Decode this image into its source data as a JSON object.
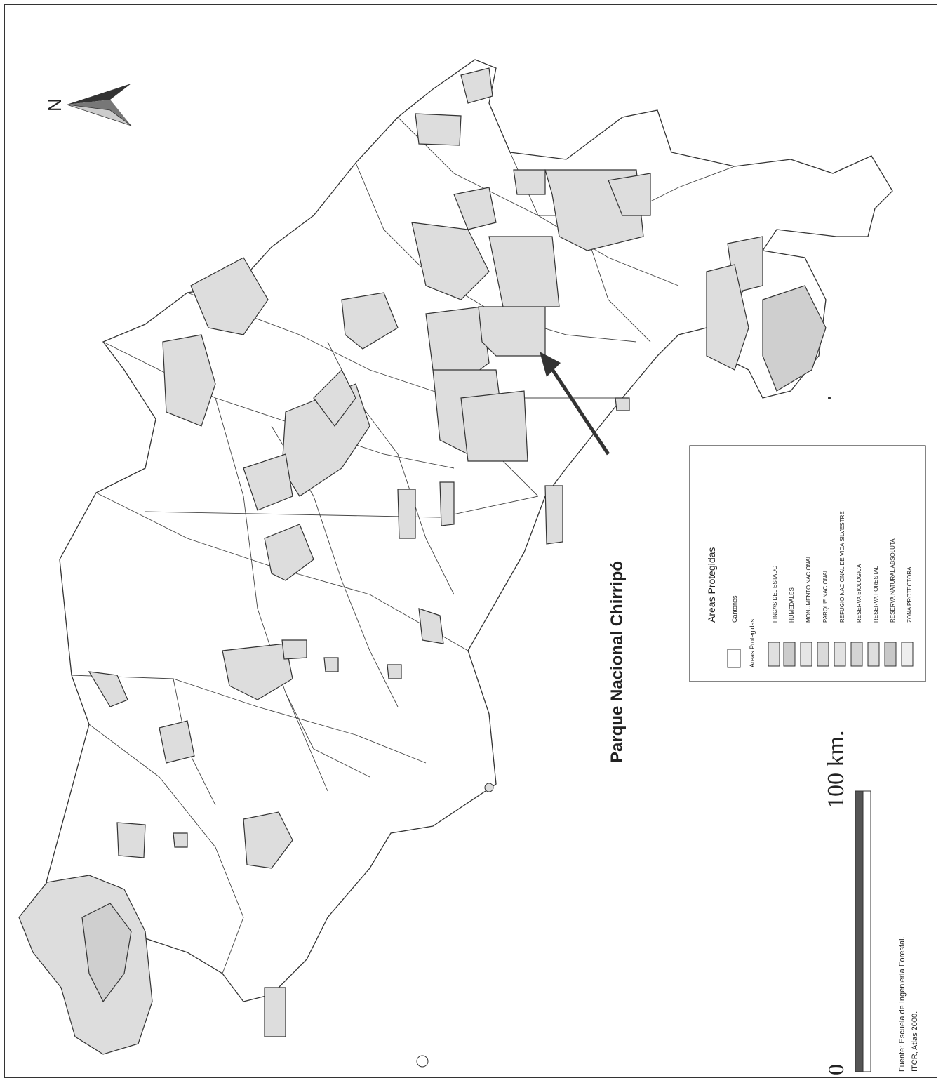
{
  "callout": {
    "label": "Parque Nacional Chirripó"
  },
  "compass": {
    "label": "N"
  },
  "scale_bar": {
    "start_label": "0",
    "end_label": "100 km."
  },
  "legend": {
    "title": "Areas Protegidas",
    "cantons_label": "Cantones",
    "group_label": "Areas Protegidas",
    "categories": [
      "FINCAS DEL ESTADO",
      "HUMEDALES",
      "MONUMENTO NACIONAL",
      "PARQUE NACIONAL",
      "REFUGIO NACIONAL DE VIDA SILVESTRE",
      "RESERVA BIOLOGICA",
      "RESERVA FORESTAL",
      "RESERVA NATURAL ABSOLUTA",
      "ZONA PROTECTORA"
    ]
  },
  "source": {
    "line1": "Fuente: Escuela de Ingeniería Forestal.",
    "line2": "ITCR, Atlas 2000."
  },
  "colors": {
    "protected_area": "#dddddd",
    "line": "#333333",
    "background": "#ffffff"
  }
}
